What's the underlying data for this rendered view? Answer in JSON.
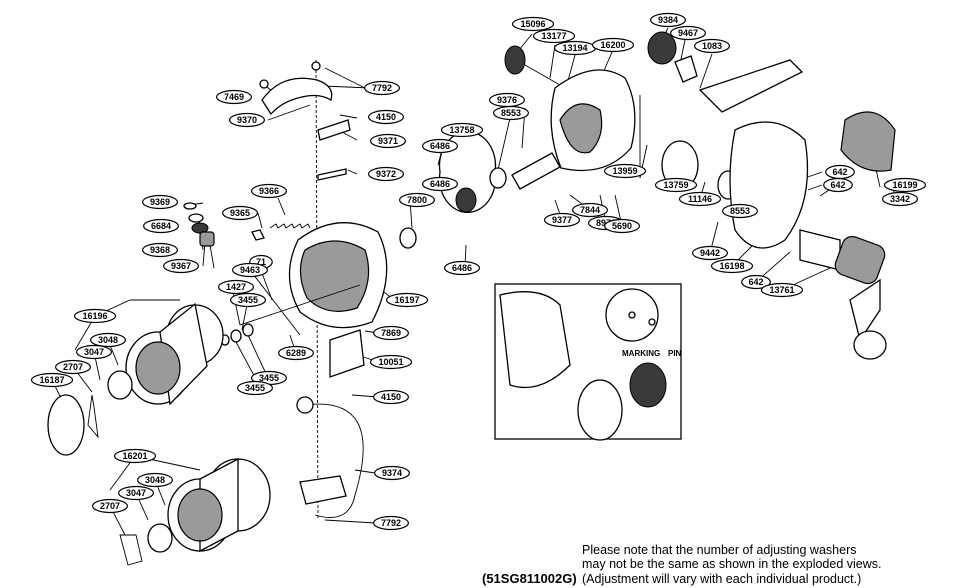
{
  "part_labels": [
    "15096",
    "13177",
    "13194",
    "16200",
    "9384",
    "9467",
    "1083",
    "7469",
    "7792",
    "9370",
    "4150",
    "9371",
    "6486",
    "8553",
    "9376",
    "13758",
    "9372",
    "9369",
    "9366",
    "6684",
    "9365",
    "6486",
    "7800",
    "9368",
    "7844",
    "8978",
    "13959",
    "13759",
    "11146",
    "8553",
    "642",
    "642",
    "16199",
    "3342",
    "9367",
    "71",
    "9463",
    "9377",
    "5690",
    "6486",
    "9442",
    "16198",
    "642",
    "13761",
    "1427",
    "3455",
    "16197",
    "16196",
    "3048",
    "3047",
    "6289",
    "7869",
    "2707",
    "16187",
    "10051",
    "3455",
    "3455",
    "4150",
    "9374",
    "16201",
    "3048",
    "3047",
    "2707",
    "7792"
  ],
  "inset_labels": {
    "marking": "MARKING",
    "pin": "PIN"
  },
  "code": "(51SG811002G)",
  "note_lines": [
    "Please note that the number of adjusting washers",
    "may not be the same as shown in the exploded views.",
    "(Adjustment will vary with each individual product.)"
  ]
}
